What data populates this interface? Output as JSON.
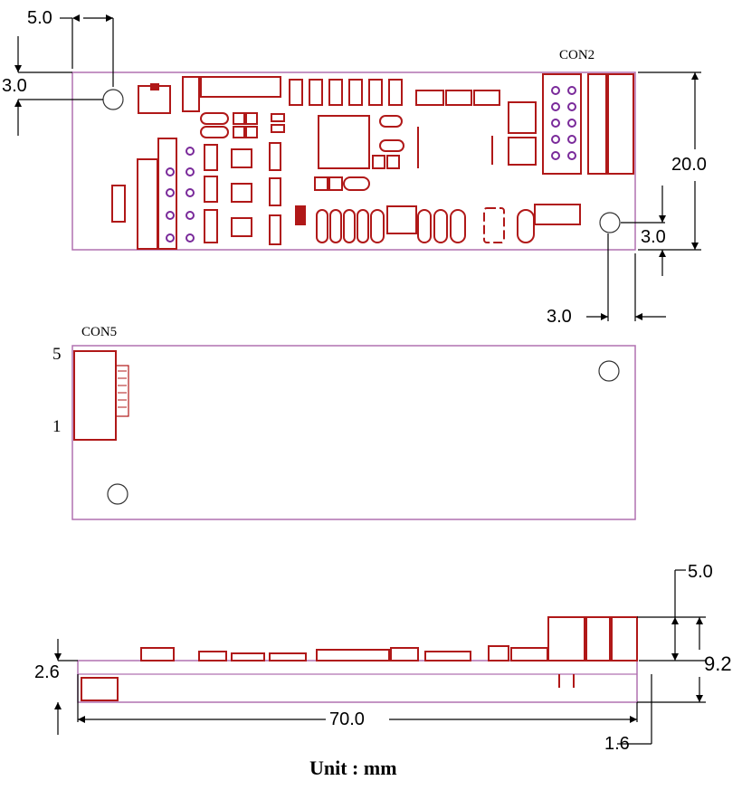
{
  "labels": {
    "con2": "CON2",
    "con5": "CON5",
    "pin_top": "5",
    "pin_bottom": "1",
    "unit": "Unit : mm"
  },
  "dimensions": {
    "top_hole_x": "5.0",
    "top_hole_y": "3.0",
    "board_height": "20.0",
    "bottom_hole_y": "3.0",
    "bottom_hole_x": "3.0",
    "component_height": "5.0",
    "total_height": "9.2",
    "pcb_thickness": "2.6",
    "board_length": "70.0",
    "edge_offset": "1.6"
  },
  "colors": {
    "outline": "#b070b0",
    "component": "#b01818",
    "pad": "#7a2a9a",
    "dimension": "#000000"
  }
}
